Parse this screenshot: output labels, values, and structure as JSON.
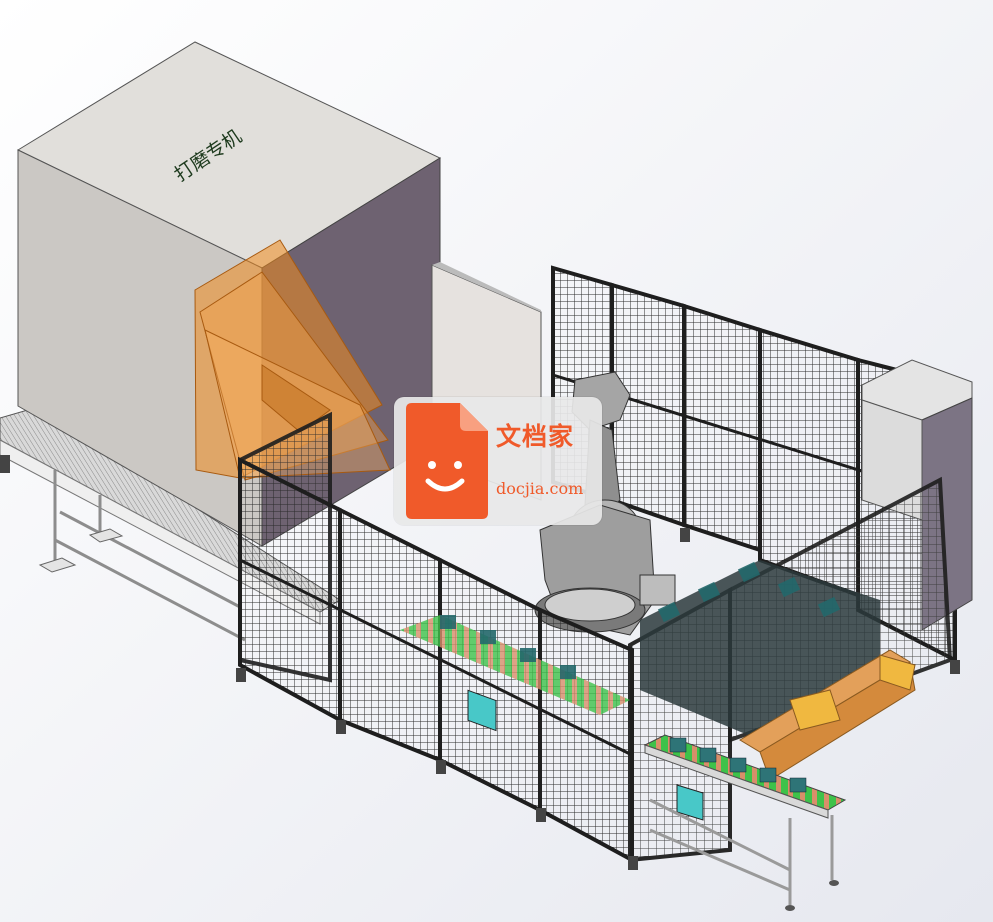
{
  "machine": {
    "label": "打磨专机"
  },
  "watermark": {
    "title": "文档家",
    "url": "docjia.com",
    "brand_color": "#f05a2a"
  },
  "colors": {
    "background": "#f3f4f8",
    "machine_front": "#ccc9c5",
    "machine_side": "#6f6371",
    "fence_frame": "#202020",
    "orange_panels": "#f08a1e",
    "cyan_parts": "#2aa6a6",
    "green_rollers": "#3ec24a",
    "pallet": "#e3a05a"
  },
  "icons": [
    "document-smile-icon"
  ]
}
